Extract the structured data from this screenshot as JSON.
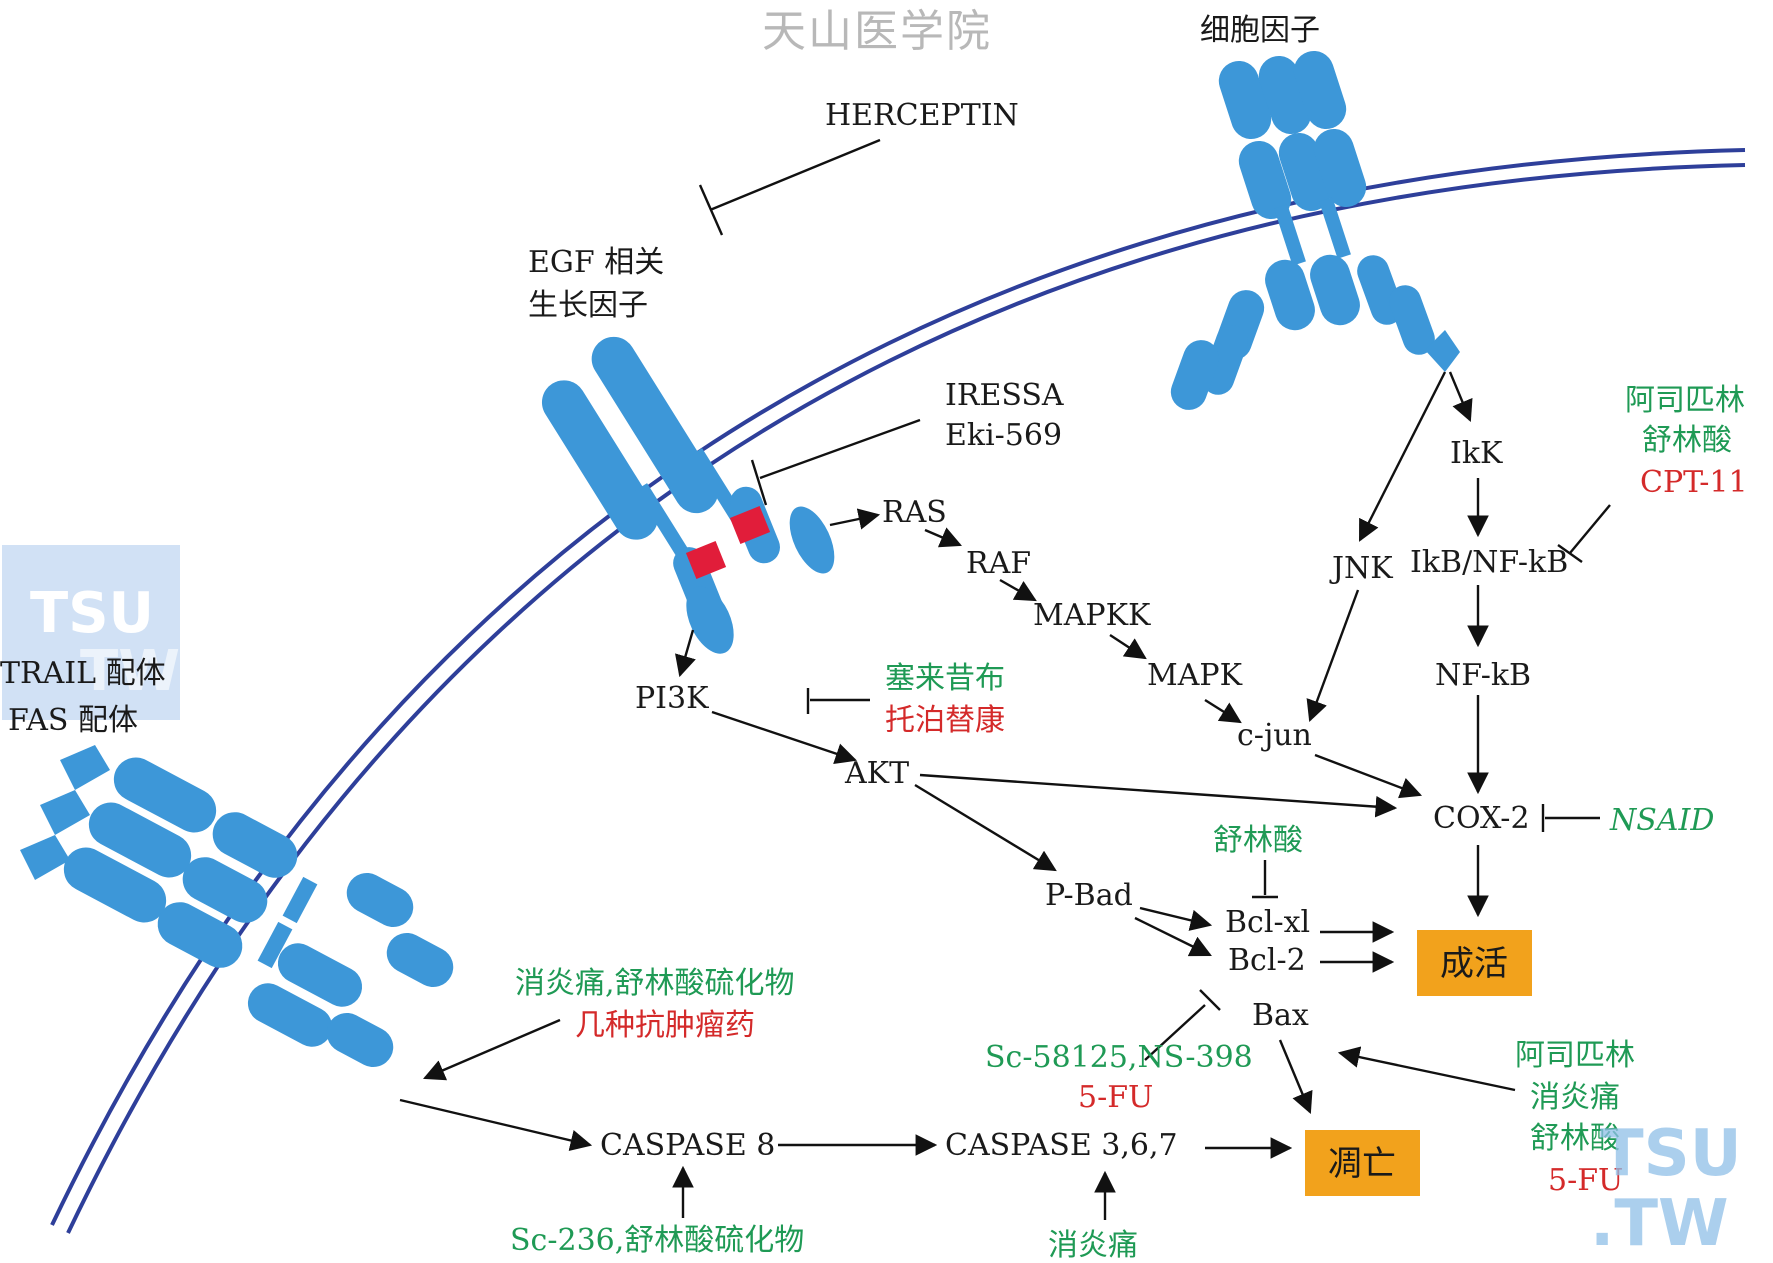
{
  "watermarks": {
    "top": "天山医学院",
    "tsu_left": "TSU",
    "tw_left": "TW",
    "tsu_right": "TSU",
    "tw_right": ".TW"
  },
  "receptors": {
    "cytokine": "细胞因子",
    "egf_line1": "EGF 相关",
    "egf_line2": "生长因子",
    "trail": "TRAIL 配体",
    "fas": "FAS 配体"
  },
  "drugs": {
    "herceptin": "HERCEPTIN",
    "iressa": "IRESSA",
    "eki": "Eki-569",
    "celecoxib": "塞来昔布",
    "tipifarnib": "托泊替康",
    "aspirin_top": "阿司匹林",
    "sulindac_top": "舒林酸",
    "cpt11": "CPT-11",
    "nsaid": "NSAID",
    "sulindac_mid": "舒林酸",
    "sc58125": "Sc-58125,NS-398",
    "fu_mid": "5-FU",
    "aspirin_bottom": "阿司匹林",
    "indometh_bottom": "消炎痛",
    "sulindac_bottom": "舒林酸",
    "fu_bottom": "5-FU",
    "indo_sulfide": "消炎痛,舒林酸硫化物",
    "antitumor": "几种抗肿瘤药",
    "sc236": "Sc-236,舒林酸硫化物",
    "indometh_low": "消炎痛"
  },
  "nodes": {
    "ras": "RAS",
    "raf": "RAF",
    "mapkk": "MAPKK",
    "mapk": "MAPK",
    "cjun": "c-jun",
    "pi3k": "PI3K",
    "akt": "AKT",
    "pbad": "P-Bad",
    "bclxl": "Bcl-xl",
    "bcl2": "Bcl-2",
    "bax": "Bax",
    "ikk": "IkK",
    "ikb": "IkB/NF-kB",
    "jnk": "JNK",
    "nfkb": "NF-kB",
    "cox2": "COX-2",
    "casp8": "CASPASE 8",
    "casp367": "CASPASE 3,6,7"
  },
  "outcomes": {
    "survival": "成活",
    "apoptosis": "凋亡"
  },
  "colors": {
    "receptor": "#3d97d8",
    "kinase_domain": "#e11d3a",
    "membrane": "#2e3f9a",
    "outcome_box": "#f2a21c",
    "drug_green": "#1f9a55",
    "drug_red": "#d42a2a"
  }
}
